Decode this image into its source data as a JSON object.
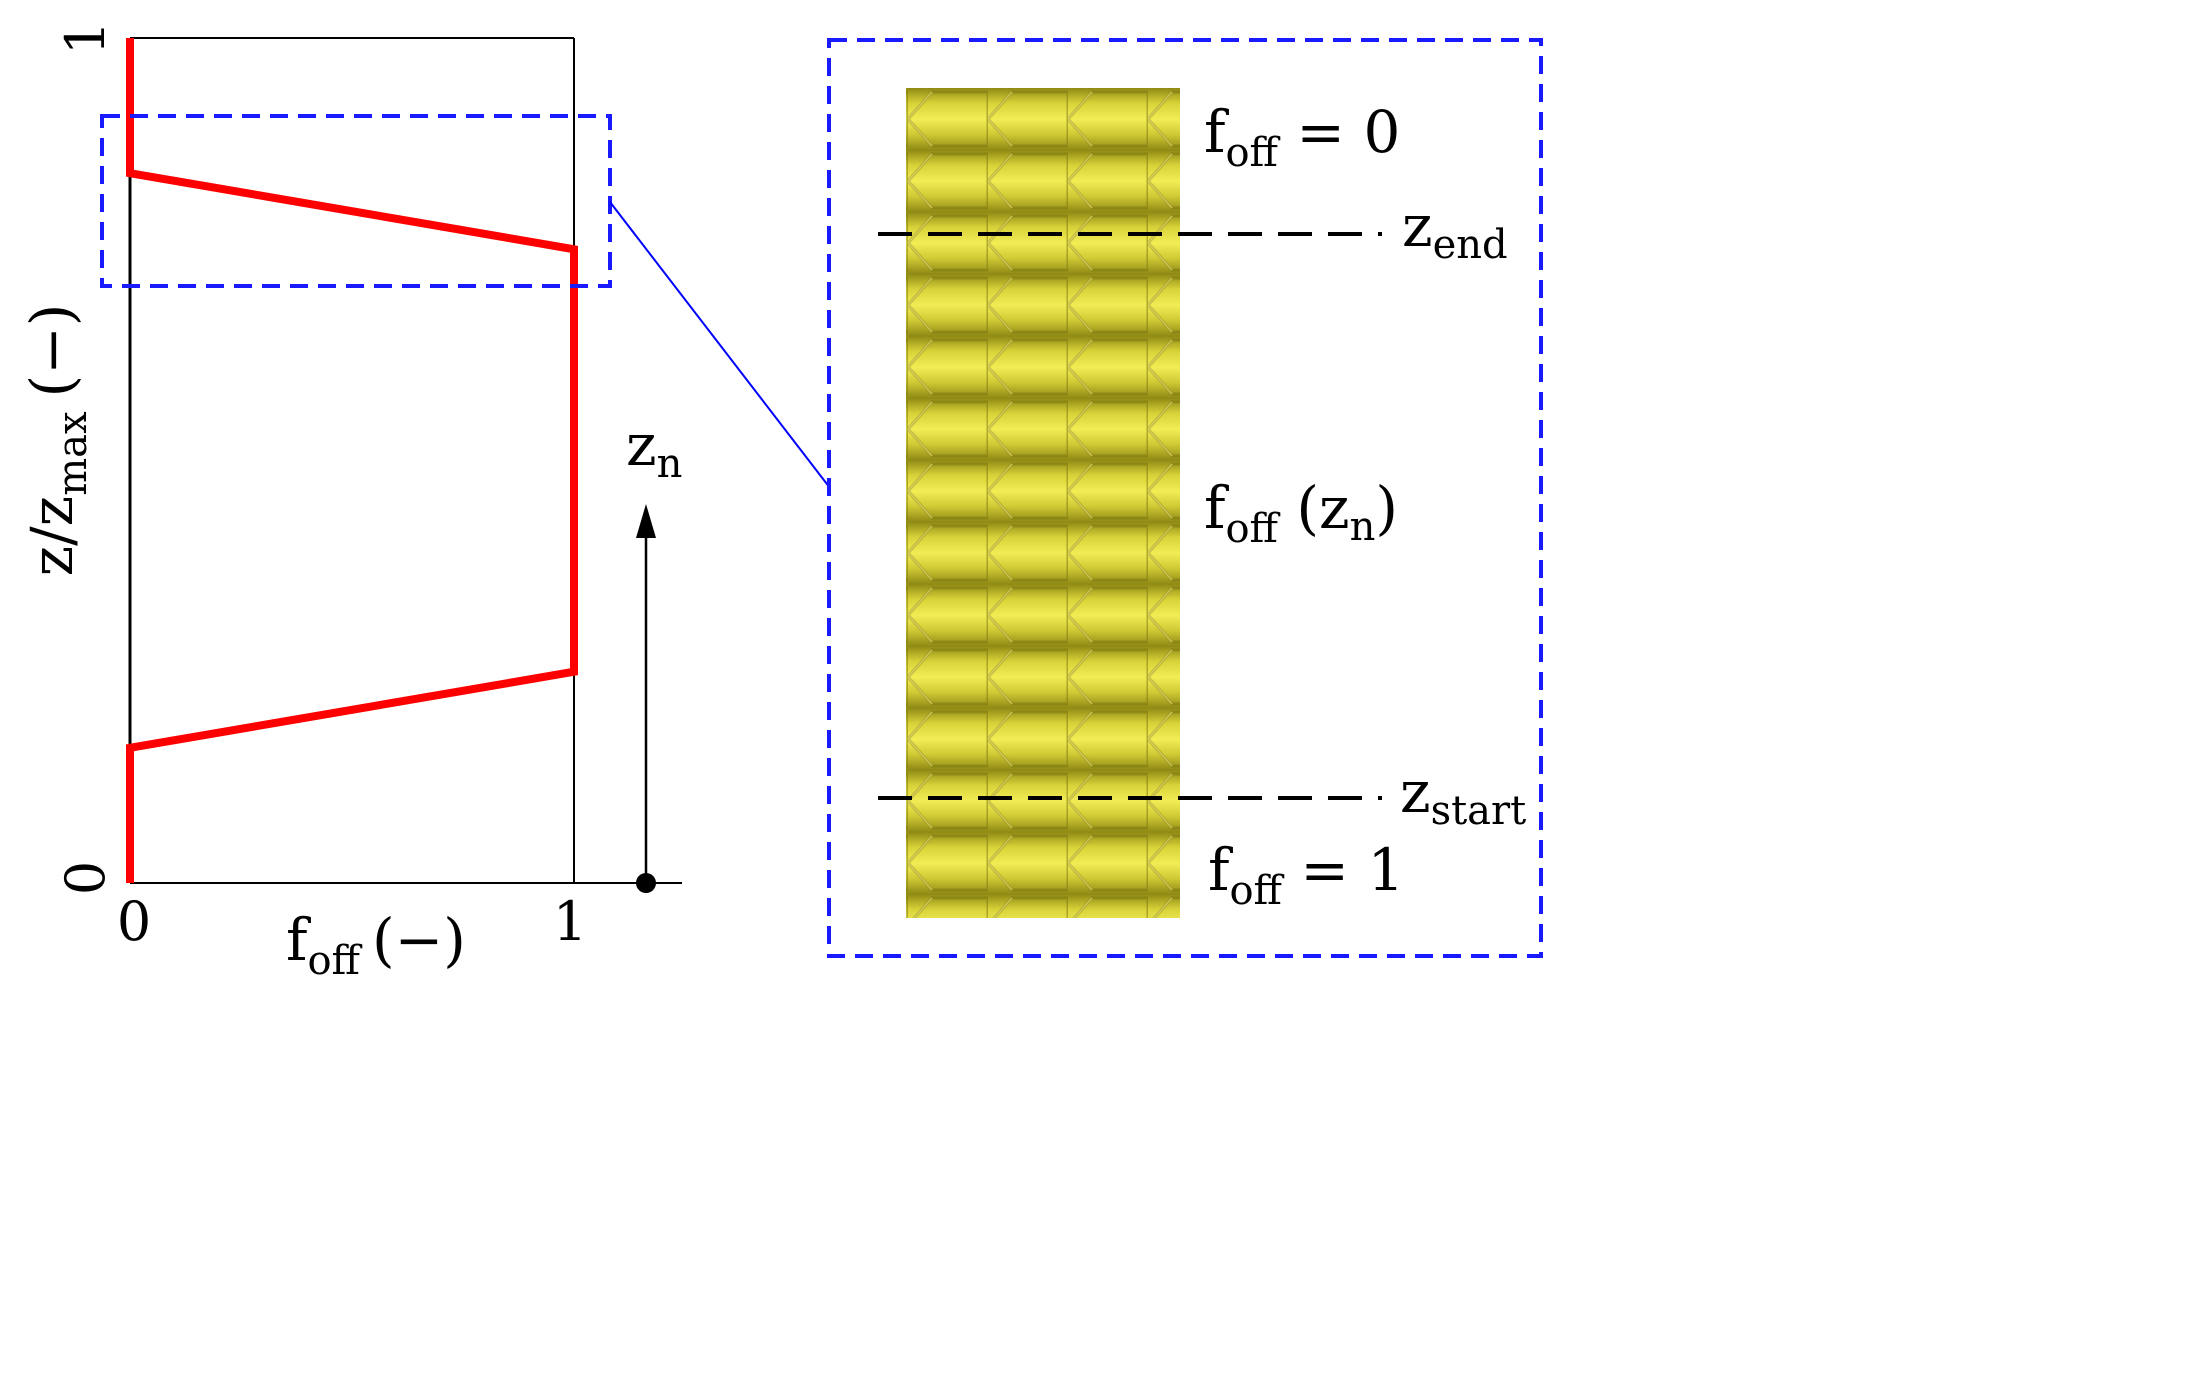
{
  "axes": {
    "y_label_main": "z/z",
    "y_label_sub": "max",
    "y_label_unit": "(−)",
    "y_tick_top": "1",
    "y_tick_bottom": "0",
    "x_label_main": "f",
    "x_label_sub": "off",
    "x_label_unit": "(−)",
    "x_tick_left": "0",
    "x_tick_right": "1"
  },
  "profile": {
    "color": "#ff0000",
    "x": [
      0,
      0,
      1,
      1,
      0,
      0
    ],
    "y": [
      0,
      0.16,
      0.25,
      0.75,
      0.84,
      1.0
    ]
  },
  "arrow_label": {
    "main": "z",
    "sub": "n"
  },
  "zoom": {
    "frame_color": "#1a1aff",
    "connector_color": "#0000ff",
    "foff_top": {
      "main": "f",
      "sub": "off",
      "rest": " = 0"
    },
    "z_end": {
      "main": "z",
      "sub": "end"
    },
    "foff_mid": {
      "main": "f",
      "sub": "off",
      "rest_open": " (z",
      "rest_sub": "n",
      "rest_close": ")"
    },
    "z_start": {
      "main": "z",
      "sub": "start"
    },
    "foff_bottom": {
      "main": "f",
      "sub": "off",
      "rest": " = 1"
    }
  },
  "texture": {
    "base_color": "#c8c22a",
    "highlight_color": "#f0ea50",
    "shadow_color": "#9a9418"
  }
}
